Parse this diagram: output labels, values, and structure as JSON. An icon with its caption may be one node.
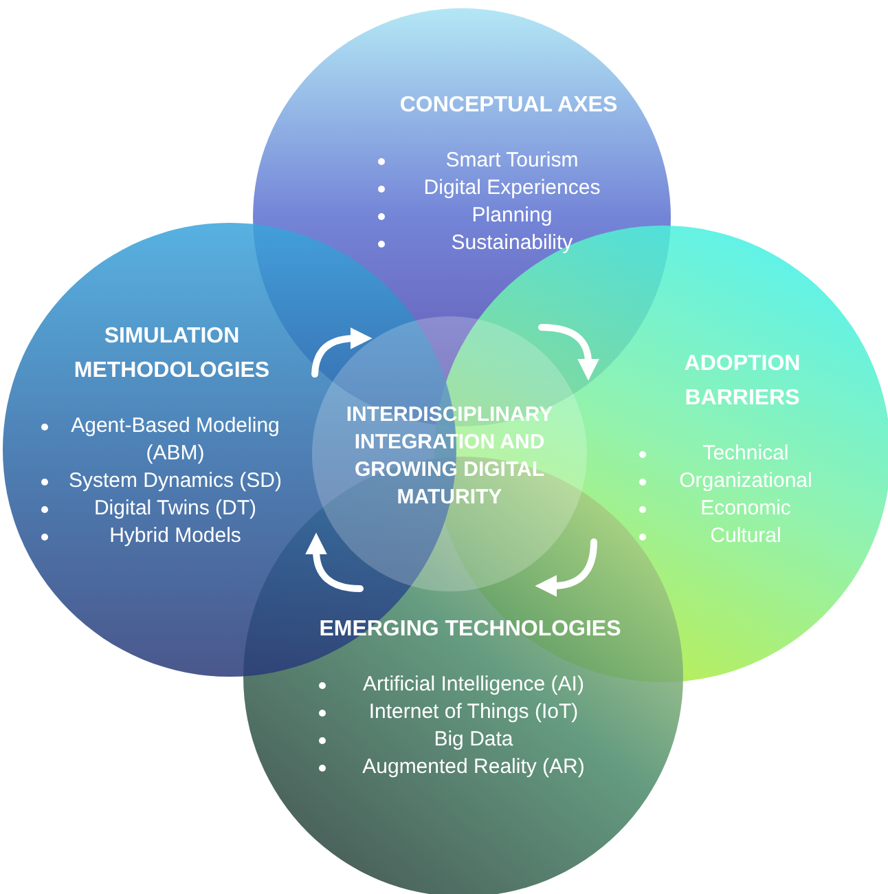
{
  "diagram": {
    "nodes": [
      {
        "text": [
          "CONCEPTUAL AXES",
          "Smart Tourism",
          "Digital Experiences",
          "Planning",
          "Sustainability"
        ]
      },
      {
        "text": [
          "ADOPTION BARRIERS",
          "Technical",
          "Organizational",
          "Economic",
          "Cultural"
        ]
      },
      {
        "text": [
          "EMERGING TECHNOLOGIES",
          "Artificial Intelligence (AI)",
          "Internet of Things (IoT)",
          "Big Data",
          "Augmented Reality (AR)"
        ]
      },
      {
        "text": [
          "SIMULATION METHODOLOGIES",
          "Agent-Based Modeling (ABM)",
          "System Dynamics (SD)",
          "Digital Twins (DT)",
          "Hybrid Models"
        ]
      },
      {
        "text": [
          "INTERDISCIPLINARY INTEGRATION AND GROWING DIGITAL MATURITY"
        ]
      }
    ],
    "edges": [
      {
        "from": 3,
        "to": 0,
        "arrow": "to"
      },
      {
        "from": 0,
        "to": 1,
        "arrow": "to"
      },
      {
        "from": 1,
        "to": 2,
        "arrow": "to"
      },
      {
        "from": 2,
        "to": 3,
        "arrow": "to"
      }
    ]
  }
}
